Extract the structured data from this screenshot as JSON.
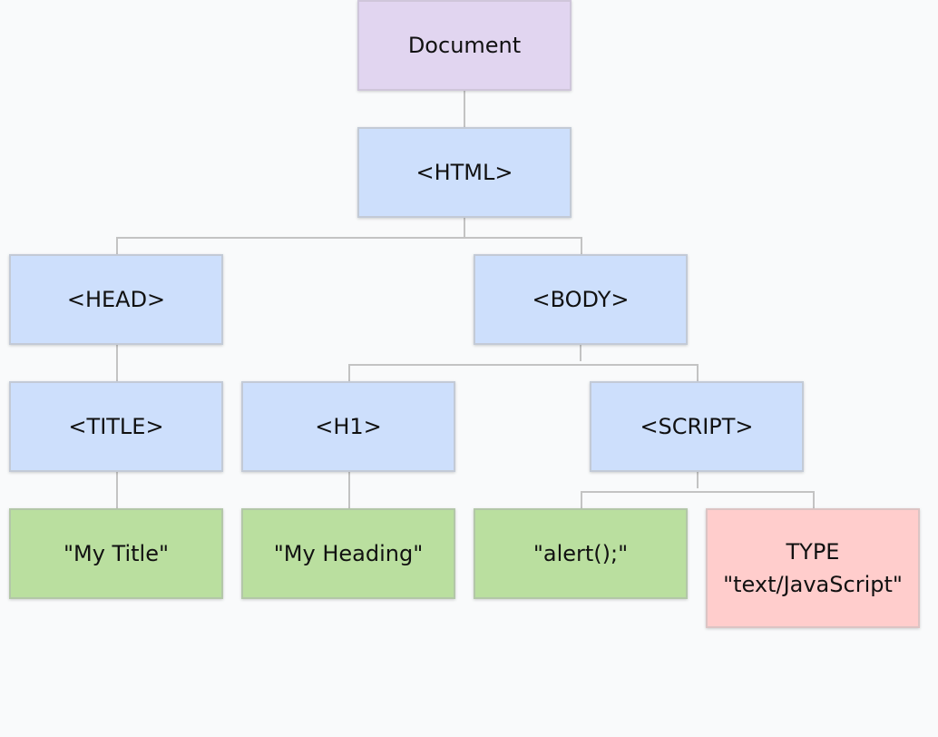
{
  "nodes": {
    "document": "Document",
    "html": "<HTML>",
    "head": "<HEAD>",
    "body": "<BODY>",
    "title": "<TITLE>",
    "h1": "<H1>",
    "script": "<SCRIPT>",
    "my_title": "\"My Title\"",
    "my_heading": "\"My Heading\"",
    "alert": "\"alert();\"",
    "type": "TYPE\n\"text/JavaScript\""
  },
  "edges": [
    [
      "Document",
      "<HTML>"
    ],
    [
      "<HTML>",
      "<HEAD>"
    ],
    [
      "<HTML>",
      "<BODY>"
    ],
    [
      "<HEAD>",
      "<TITLE>"
    ],
    [
      "<BODY>",
      "<H1>"
    ],
    [
      "<BODY>",
      "<SCRIPT>"
    ],
    [
      "<TITLE>",
      "\"My Title\""
    ],
    [
      "<H1>",
      "\"My Heading\""
    ],
    [
      "<SCRIPT>",
      "\"alert();\""
    ],
    [
      "<SCRIPT>",
      "TYPE \"text/JavaScript\""
    ]
  ],
  "colors": {
    "document": "#e1d5f0",
    "element": "#cddffc",
    "text_node": "#badf9f",
    "attribute": "#ffcdcc",
    "connector": "#c3c3c3",
    "background": "#f9fafb"
  }
}
